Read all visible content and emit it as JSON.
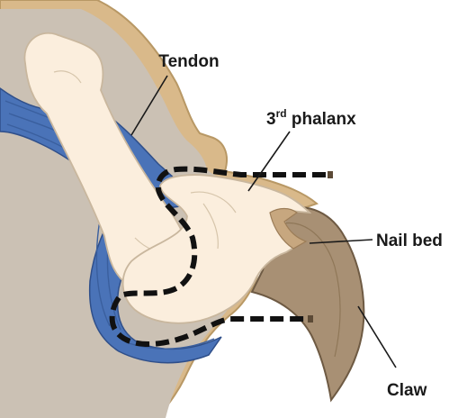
{
  "labels": {
    "tendon": "Tendon",
    "phalanx_prefix": "3",
    "phalanx_sup": "rd",
    "phalanx_suffix": " phalanx",
    "nail_bed": "Nail bed",
    "claw": "Claw"
  },
  "colors": {
    "skin_outer": "#d9b98a",
    "skin_inner": "#cbc1b4",
    "bone": "#fbeedd",
    "bone_outline": "#c9b79e",
    "tendon_blue": "#4a73b8",
    "tendon_line": "#2f4f8a",
    "claw_fill": "#a89074",
    "claw_dark": "#6e5a43",
    "dash": "#111111",
    "dash_end": "#5c4a36"
  }
}
